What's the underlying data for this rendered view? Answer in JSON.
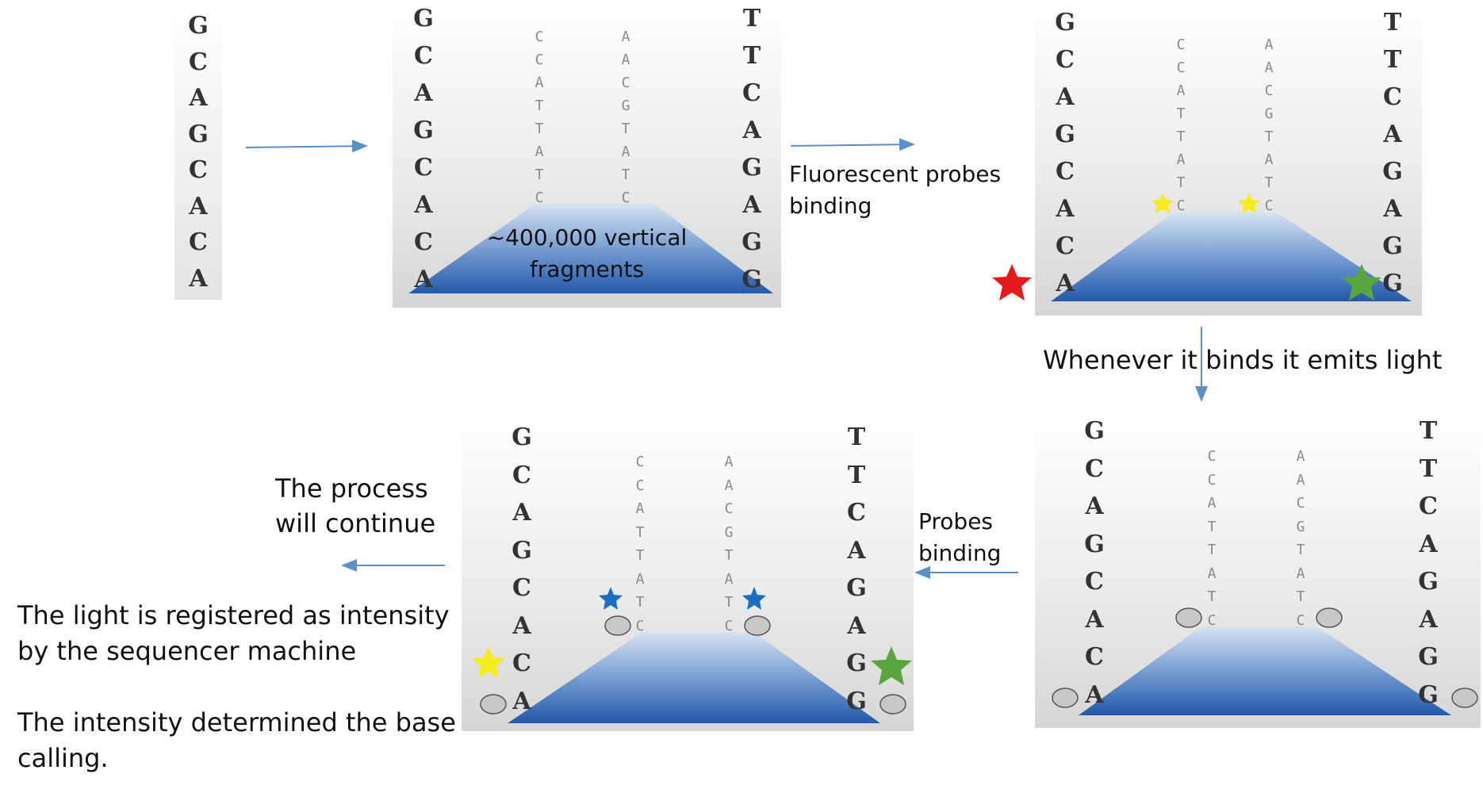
{
  "panel1": {
    "left_strand": [
      "G",
      "C",
      "A",
      "G",
      "C",
      "A",
      "C",
      "A"
    ]
  },
  "panel2": {
    "left_strand": [
      "G",
      "C",
      "A",
      "G",
      "C",
      "A",
      "C",
      "A"
    ],
    "frag1": [
      "C",
      "C",
      "A",
      "T",
      "T",
      "A",
      "T",
      "C"
    ],
    "frag2": [
      "A",
      "A",
      "C",
      "G",
      "T",
      "A",
      "T",
      "C"
    ],
    "right_strand": [
      "T",
      "T",
      "C",
      "A",
      "G",
      "A",
      "G",
      "G"
    ],
    "caption_line1": "~400,000 vertical",
    "caption_line2": "fragments"
  },
  "step1_label": {
    "line1": "Fluorescent probes",
    "line2": "binding"
  },
  "panel3": {
    "left_strand": [
      "G",
      "C",
      "A",
      "G",
      "C",
      "A",
      "C",
      "A"
    ],
    "frag1": [
      "C",
      "C",
      "A",
      "T",
      "T",
      "A",
      "T",
      "C"
    ],
    "frag2": [
      "A",
      "A",
      "C",
      "G",
      "T",
      "A",
      "T",
      "C"
    ],
    "right_strand": [
      "T",
      "T",
      "C",
      "A",
      "G",
      "A",
      "G",
      "G"
    ]
  },
  "step2_label": "Whenever it binds it emits light",
  "panel4": {
    "left_strand": [
      "G",
      "C",
      "A",
      "G",
      "C",
      "A",
      "C",
      "A"
    ],
    "frag1": [
      "C",
      "C",
      "A",
      "T",
      "T",
      "A",
      "T",
      "C"
    ],
    "frag2": [
      "A",
      "A",
      "C",
      "G",
      "T",
      "A",
      "T",
      "C"
    ],
    "right_strand": [
      "T",
      "T",
      "C",
      "A",
      "G",
      "A",
      "G",
      "G"
    ]
  },
  "step3_label": {
    "line1": "Probes",
    "line2": "binding"
  },
  "panel5": {
    "left_strand": [
      "G",
      "C",
      "A",
      "G",
      "C",
      "A",
      "C",
      "A"
    ],
    "frag1": [
      "C",
      "C",
      "A",
      "T",
      "T",
      "A",
      "T",
      "C"
    ],
    "frag2": [
      "A",
      "A",
      "C",
      "G",
      "T",
      "A",
      "T",
      "C"
    ],
    "right_strand": [
      "T",
      "T",
      "C",
      "A",
      "G",
      "A",
      "G",
      "G"
    ]
  },
  "continue_label": {
    "line1": "The process",
    "line2": "will continue"
  },
  "note1": {
    "line1": "The light is registered as intensity",
    "line2": "by the sequencer machine"
  },
  "note2": {
    "line1": "The intensity determined the base",
    "line2": "calling."
  },
  "colors": {
    "arrow": "#5b8fc7",
    "red_star": "#e31b1b",
    "yellow_star": "#f5eb1d",
    "green_star": "#5aa53e",
    "blue_star": "#1a6fc0",
    "gray_probe": "#c8c8c8"
  }
}
